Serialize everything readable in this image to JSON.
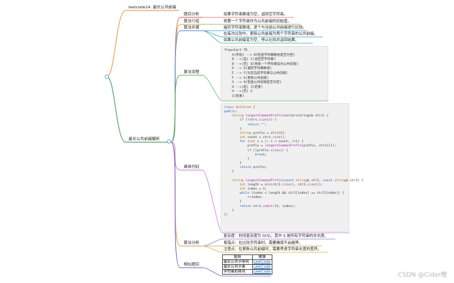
{
  "nodes": {
    "top": "leetcode14. 最长公共前缀",
    "root": "最长公共前缀解析",
    "problem": "题目分析",
    "algo": "算法介绍",
    "steps": "算法步骤",
    "flow": "算法流程",
    "code": "具体代码",
    "analysis": "算法分析",
    "similar": "相似题目"
  },
  "leaves": {
    "problem": "如果字符串数组为空，返回空字符串。",
    "algo": "将第一个字符串作为公共前缀的初始值。",
    "steps": [
      "遍历字符串数组，逐个与当前公共前缀进行比较。",
      "在每次比较中，更新公共前缀为两个字符串的公共前缀。",
      "如果公共前缀变为空，停止比较并返回结果。"
    ],
    "analysis": [
      "复杂度：时间复杂度为 O(S)，其中 S 是所有字符串的总长度。",
      "易错点：在比较字符串时，需要确保不会越界。",
      "注意点：在更新公共前缀时，需要考虑字符串长度的差异。"
    ]
  },
  "flowchart": [
    "flowchart TD",
    "    A[开始] --> B{检查字符串数组是否为空}",
    "    B -->|是| C[返回空字符串]",
    "    B -->|否| D[将第一个字符串设为公共前缀]",
    "    D --> E[遍历字符串数组]",
    "    E --> F[比较当前字符串与公共前缀]",
    "    F --> G[更新公共前缀]",
    "    G --> H{检查公共前缀是否为空}",
    "    H -->|是| I[结束]",
    "    H -->|否| E",
    "    I[结果]"
  ],
  "code_lines": [
    [
      [
        "kw",
        "class "
      ],
      [
        "ty",
        "Solution "
      ],
      [
        "",
        "{"
      ]
    ],
    [
      [
        "kw",
        "public"
      ],
      [
        "",
        ":"
      ]
    ],
    [
      [
        "",
        "    "
      ],
      [
        "ty",
        "string "
      ],
      [
        "fn",
        "longestCommonPrefix"
      ],
      [
        "",
        "(vector<string>& strs) {"
      ]
    ],
    [
      [
        "",
        "        "
      ],
      [
        "kw",
        "if "
      ],
      [
        "",
        "(!strs."
      ],
      [
        "fn",
        "size"
      ],
      [
        "",
        "()) {"
      ]
    ],
    [
      [
        "",
        "            "
      ],
      [
        "kw",
        "return "
      ],
      [
        "str",
        "\"\""
      ],
      [
        "",
        ";"
      ]
    ],
    [
      [
        "",
        "        }"
      ]
    ],
    [
      [
        "",
        "        "
      ],
      [
        "ty",
        "string "
      ],
      [
        "",
        "prefix = strs["
      ],
      [
        "num",
        "0"
      ],
      [
        "",
        "];"
      ]
    ],
    [
      [
        "",
        "        "
      ],
      [
        "ty",
        "int "
      ],
      [
        "",
        "count = strs."
      ],
      [
        "fn",
        "size"
      ],
      [
        "",
        "();"
      ]
    ],
    [
      [
        "",
        "        "
      ],
      [
        "kw",
        "for "
      ],
      [
        "",
        "("
      ],
      [
        "ty",
        "int "
      ],
      [
        "",
        "i = "
      ],
      [
        "num",
        "1"
      ],
      [
        "",
        "; i < count; ++i) {"
      ]
    ],
    [
      [
        "",
        "            prefix = "
      ],
      [
        "fn",
        "longestCommonPrefix"
      ],
      [
        "",
        "(prefix, strs[i]);"
      ]
    ],
    [
      [
        "",
        "            "
      ],
      [
        "kw",
        "if "
      ],
      [
        "",
        "(!prefix."
      ],
      [
        "fn",
        "size"
      ],
      [
        "",
        "()) {"
      ]
    ],
    [
      [
        "",
        "                "
      ],
      [
        "kw",
        "break"
      ],
      [
        "",
        ";"
      ]
    ],
    [
      [
        "",
        "            }"
      ]
    ],
    [
      [
        "",
        "        }"
      ]
    ],
    [
      [
        "",
        "        "
      ],
      [
        "kw",
        "return "
      ],
      [
        "",
        "prefix;"
      ]
    ],
    [
      [
        "",
        "    }"
      ]
    ],
    [
      [
        "",
        ""
      ]
    ],
    [
      [
        "",
        "    "
      ],
      [
        "ty",
        "string "
      ],
      [
        "fn",
        "longestCommonPrefix"
      ],
      [
        "",
        "("
      ],
      [
        "kw",
        "const "
      ],
      [
        "ty",
        "string"
      ],
      [
        "",
        "& str1, "
      ],
      [
        "kw",
        "const "
      ],
      [
        "ty",
        "string"
      ],
      [
        "",
        "& str2) {"
      ]
    ],
    [
      [
        "",
        "        "
      ],
      [
        "ty",
        "int "
      ],
      [
        "",
        "length = "
      ],
      [
        "fn",
        "min"
      ],
      [
        "",
        "(str1."
      ],
      [
        "fn",
        "size"
      ],
      [
        "",
        "(), str2."
      ],
      [
        "fn",
        "size"
      ],
      [
        "",
        "());"
      ]
    ],
    [
      [
        "",
        "        "
      ],
      [
        "ty",
        "int "
      ],
      [
        "",
        "index = "
      ],
      [
        "num",
        "0"
      ],
      [
        "",
        ";"
      ]
    ],
    [
      [
        "",
        "        "
      ],
      [
        "kw",
        "while "
      ],
      [
        "",
        "(index < length && str1[index] == str2[index]) {"
      ]
    ],
    [
      [
        "",
        "            ++index;"
      ]
    ],
    [
      [
        "",
        "        }"
      ]
    ],
    [
      [
        "",
        "        "
      ],
      [
        "kw",
        "return "
      ],
      [
        "",
        "str1."
      ],
      [
        "fn",
        "substr"
      ],
      [
        "",
        "("
      ],
      [
        "num",
        "0"
      ],
      [
        "",
        ", index);"
      ]
    ],
    [
      [
        "",
        "    }"
      ]
    ],
    [
      [
        "",
        "};"
      ]
    ]
  ],
  "table": {
    "headers": [
      "题目",
      "链接"
    ],
    "rows": [
      [
        "最长公共子序列",
        "LeetCode"
      ],
      [
        "最长公共子串",
        "LeetCode"
      ],
      [
        "字符串的排列",
        "LeetCode"
      ]
    ]
  },
  "watermark": "CSDN @Cider瞳",
  "colors": {
    "top": "#f0a35a",
    "root": "#5aa86a",
    "problem": "#e05555",
    "algo": "#d9a441",
    "steps": "#4a8bd8",
    "flow": "#5dbb5d",
    "code": "#c77dd8",
    "analysis": "#e59a3c",
    "similar": "#7a5fd0",
    "leaf_problem": "#e36a6a",
    "leaf_algo": "#9aa13c",
    "leaf_steps": [
      "#3a9ad9",
      "#2ea3c7",
      "#33b3a3"
    ],
    "leaf_analysis": [
      "#8a7fd6",
      "#c4a23a",
      "#d7b23d"
    ]
  }
}
